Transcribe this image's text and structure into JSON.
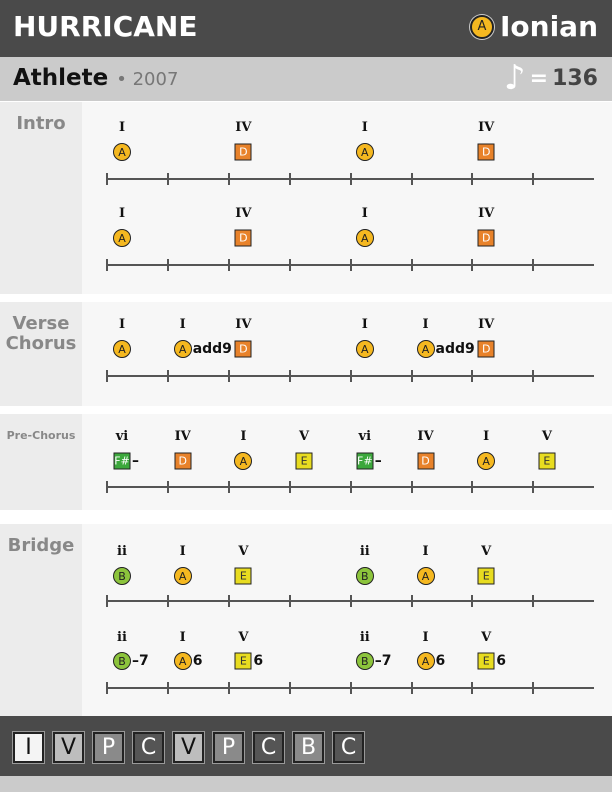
{
  "header": {
    "title": "HURRICANE",
    "key_note": "A",
    "mode": "Ionian"
  },
  "subheader": {
    "artist": "Athlete",
    "year": "• 2007",
    "tempo_icon": "eighth-note-icon",
    "tempo_eq": "=",
    "tempo": "136"
  },
  "colors": {
    "A": "#f5b820",
    "D": "#e8822a",
    "E": "#e8dc20",
    "F#": "#3ca83c",
    "B": "#8cc43c"
  },
  "sections": [
    {
      "label": "Intro",
      "small": false,
      "rows": [
        [
          {
            "beat": 0,
            "numeral": "I",
            "note": "A",
            "shape": "circle"
          },
          {
            "beat": 2,
            "numeral": "IV",
            "note": "D",
            "shape": "sq"
          },
          {
            "beat": 4,
            "numeral": "I",
            "note": "A",
            "shape": "circle"
          },
          {
            "beat": 6,
            "numeral": "IV",
            "note": "D",
            "shape": "sq"
          }
        ],
        [
          {
            "beat": 0,
            "numeral": "I",
            "note": "A",
            "shape": "circle"
          },
          {
            "beat": 2,
            "numeral": "IV",
            "note": "D",
            "shape": "sq"
          },
          {
            "beat": 4,
            "numeral": "I",
            "note": "A",
            "shape": "circle"
          },
          {
            "beat": 6,
            "numeral": "IV",
            "note": "D",
            "shape": "sq"
          }
        ]
      ]
    },
    {
      "label": "Verse Chorus",
      "small": false,
      "rows": [
        [
          {
            "beat": 0,
            "numeral": "I",
            "note": "A",
            "shape": "circle"
          },
          {
            "beat": 1,
            "numeral": "I",
            "note": "A",
            "shape": "circle",
            "suffix": "add9"
          },
          {
            "beat": 2,
            "numeral": "IV",
            "note": "D",
            "shape": "sq"
          },
          {
            "beat": 4,
            "numeral": "I",
            "note": "A",
            "shape": "circle"
          },
          {
            "beat": 5,
            "numeral": "I",
            "note": "A",
            "shape": "circle",
            "suffix": "add9"
          },
          {
            "beat": 6,
            "numeral": "IV",
            "note": "D",
            "shape": "sq"
          }
        ]
      ]
    },
    {
      "label": "Pre-Chorus",
      "small": true,
      "rows": [
        [
          {
            "beat": 0,
            "numeral": "vi",
            "note": "F#",
            "shape": "sq",
            "suffix": "–"
          },
          {
            "beat": 1,
            "numeral": "IV",
            "note": "D",
            "shape": "sq"
          },
          {
            "beat": 2,
            "numeral": "I",
            "note": "A",
            "shape": "circle"
          },
          {
            "beat": 3,
            "numeral": "V",
            "note": "E",
            "shape": "sq"
          },
          {
            "beat": 4,
            "numeral": "vi",
            "note": "F#",
            "shape": "sq",
            "suffix": "–"
          },
          {
            "beat": 5,
            "numeral": "IV",
            "note": "D",
            "shape": "sq"
          },
          {
            "beat": 6,
            "numeral": "I",
            "note": "A",
            "shape": "circle"
          },
          {
            "beat": 7,
            "numeral": "V",
            "note": "E",
            "shape": "sq"
          }
        ]
      ]
    },
    {
      "label": "Bridge",
      "small": false,
      "rows": [
        [
          {
            "beat": 0,
            "numeral": "ii",
            "note": "B",
            "shape": "circle"
          },
          {
            "beat": 1,
            "numeral": "I",
            "note": "A",
            "shape": "circle"
          },
          {
            "beat": 2,
            "numeral": "V",
            "note": "E",
            "shape": "sq"
          },
          {
            "beat": 4,
            "numeral": "ii",
            "note": "B",
            "shape": "circle"
          },
          {
            "beat": 5,
            "numeral": "I",
            "note": "A",
            "shape": "circle"
          },
          {
            "beat": 6,
            "numeral": "V",
            "note": "E",
            "shape": "sq"
          }
        ],
        [
          {
            "beat": 0,
            "numeral": "ii",
            "note": "B",
            "shape": "circle",
            "suffix": "–7"
          },
          {
            "beat": 1,
            "numeral": "I",
            "note": "A",
            "shape": "circle",
            "suffix": "6"
          },
          {
            "beat": 2,
            "numeral": "V",
            "note": "E",
            "shape": "sq",
            "suffix": "6"
          },
          {
            "beat": 4,
            "numeral": "ii",
            "note": "B",
            "shape": "circle",
            "suffix": "–7"
          },
          {
            "beat": 5,
            "numeral": "I",
            "note": "A",
            "shape": "circle",
            "suffix": "6"
          },
          {
            "beat": 6,
            "numeral": "V",
            "note": "E",
            "shape": "sq",
            "suffix": "6"
          }
        ]
      ]
    }
  ],
  "nav": [
    {
      "label": "I",
      "bg": "#f4f4f4",
      "fg": "#111"
    },
    {
      "label": "V",
      "bg": "#bdbdbd",
      "fg": "#111"
    },
    {
      "label": "P",
      "bg": "#8a8a8a",
      "fg": "#fff"
    },
    {
      "label": "C",
      "bg": "#555555",
      "fg": "#fff"
    },
    {
      "label": "V",
      "bg": "#bdbdbd",
      "fg": "#111"
    },
    {
      "label": "P",
      "bg": "#8a8a8a",
      "fg": "#fff"
    },
    {
      "label": "C",
      "bg": "#555555",
      "fg": "#fff"
    },
    {
      "label": "B",
      "bg": "#8a8a8a",
      "fg": "#fff"
    },
    {
      "label": "C",
      "bg": "#555555",
      "fg": "#fff"
    }
  ]
}
